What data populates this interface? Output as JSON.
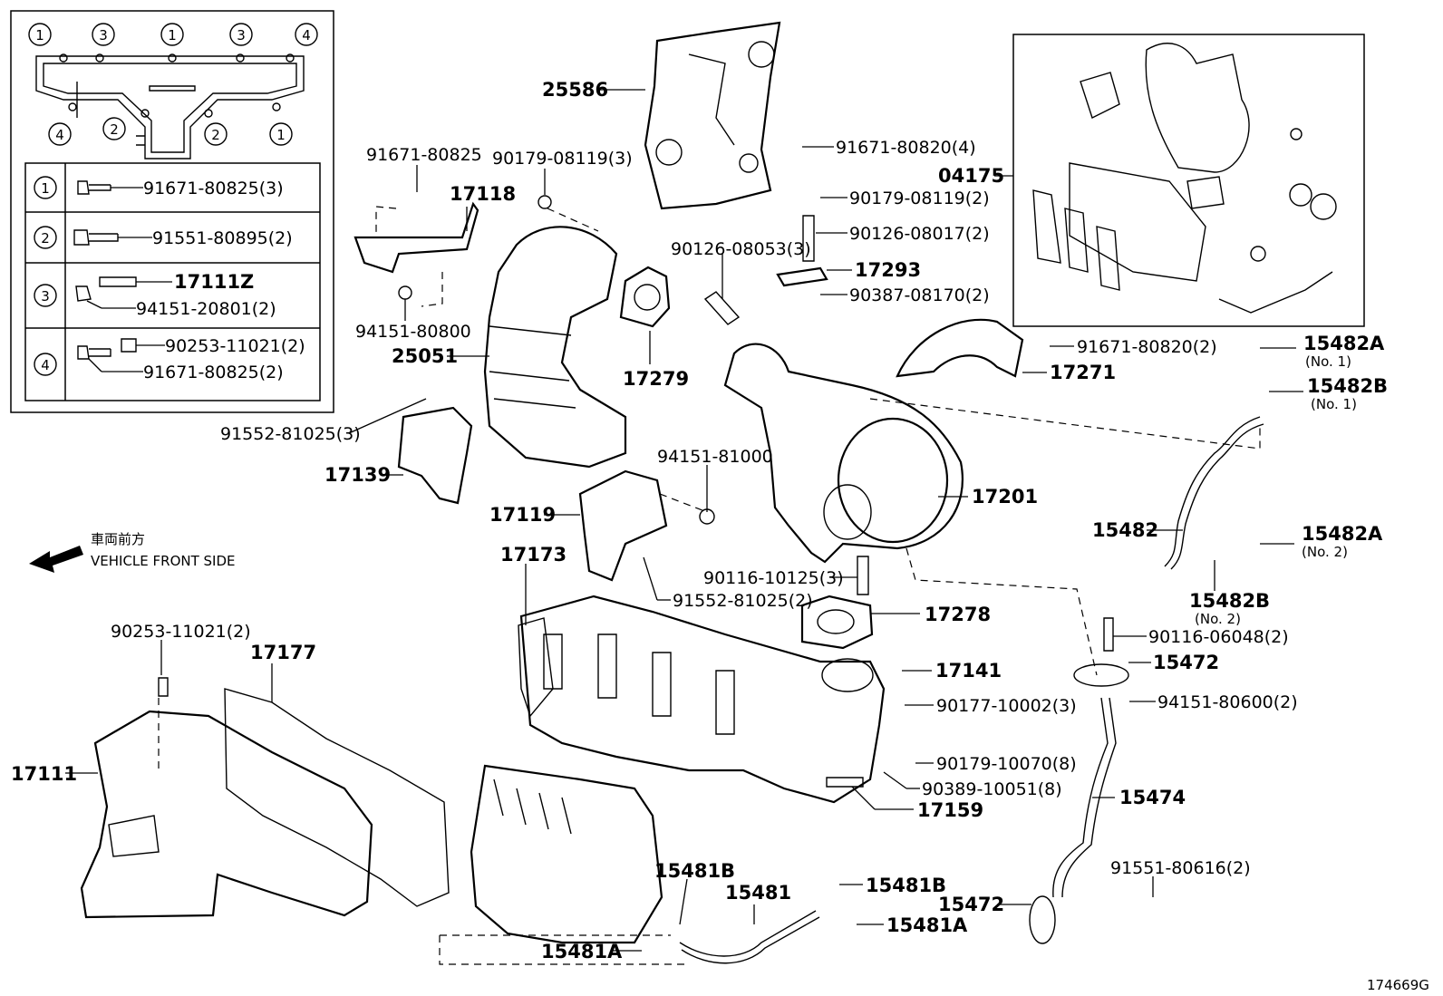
{
  "figure_code": "174669G",
  "direction": {
    "jp": "車両前方",
    "en": "VEHICLE FRONT SIDE"
  },
  "inset_legend": {
    "rows": [
      {
        "index": "1",
        "parts": [
          "91671-80825(3)"
        ]
      },
      {
        "index": "2",
        "parts": [
          "91551-80895(2)"
        ]
      },
      {
        "index": "3",
        "parts": [
          "17111Z",
          "94151-20801(2)"
        ]
      },
      {
        "index": "4",
        "parts": [
          "90253-11021(2)",
          "91671-80825(2)"
        ]
      }
    ],
    "gasket_markers": [
      "1",
      "3",
      "1",
      "3",
      "4",
      "4",
      "2",
      "2",
      "1"
    ]
  },
  "callouts": {
    "p25586": "25586",
    "p91671_80820_4": "91671-80820(4)",
    "p91671_80825": "91671-80825",
    "p90179_08119_3": "90179-08119(3)",
    "p17118": "17118",
    "p90179_08119_2": "90179-08119(2)",
    "p04175": "04175",
    "p90126_08017_2": "90126-08017(2)",
    "p90126_08053_3": "90126-08053(3)",
    "p17293": "17293",
    "p90387_08170_2": "90387-08170(2)",
    "p94151_80800": "94151-80800",
    "p25051": "25051",
    "p17279": "17279",
    "p91671_80820_2": "91671-80820(2)",
    "p17271": "17271",
    "p15482A_1": "15482A",
    "p15482A_1_sub": "(No. 1)",
    "p15482B_1": "15482B",
    "p15482B_1_sub": "(No. 1)",
    "p91552_81025_3": "91552-81025(3)",
    "p17139": "17139",
    "p94151_81000": "94151-81000",
    "p17201": "17201",
    "p17119": "17119",
    "p15482": "15482",
    "p15482A_2": "15482A",
    "p15482A_2_sub": "(No. 2)",
    "p17173": "17173",
    "p90116_10125_3": "90116-10125(3)",
    "p91552_81025_2": "91552-81025(2)",
    "p15482B_2": "15482B",
    "p15482B_2_sub": "(No. 2)",
    "p17278": "17278",
    "p90116_06048_2": "90116-06048(2)",
    "p90253_11021_2": "90253-11021(2)",
    "p17177": "17177",
    "p15472_top": "15472",
    "p17141": "17141",
    "p94151_80600_2": "94151-80600(2)",
    "p90177_10002_3": "90177-10002(3)",
    "p17111": "17111",
    "p90179_10070_8": "90179-10070(8)",
    "p90389_10051_8": "90389-10051(8)",
    "p15474": "15474",
    "p17159": "17159",
    "p91551_80616_2": "91551-80616(2)",
    "p15481B_left": "15481B",
    "p15481": "15481",
    "p15481B_right": "15481B",
    "p15472_bottom": "15472",
    "p15481A_right": "15481A",
    "p15481A_left": "15481A"
  }
}
